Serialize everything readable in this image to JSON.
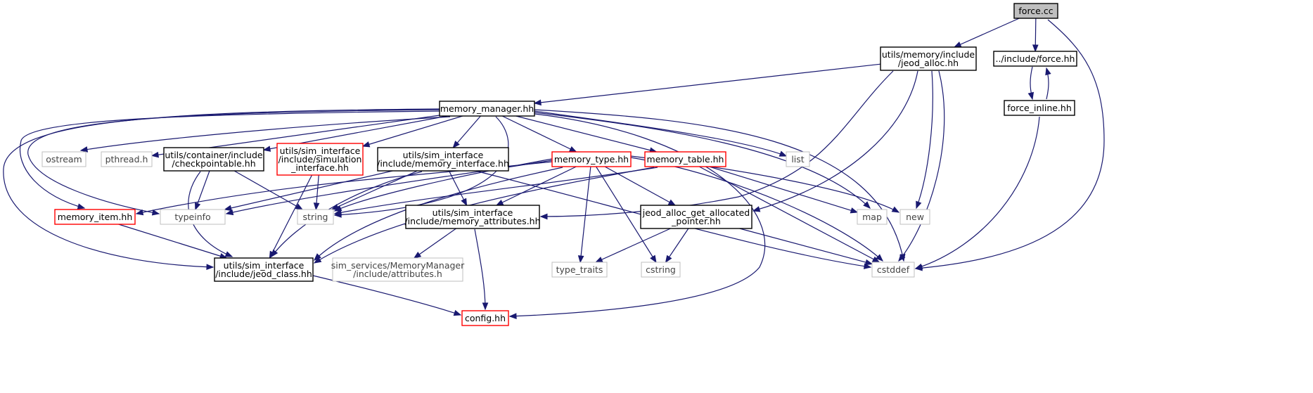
{
  "colors": {
    "edge": "#191970",
    "node_border_normal": "#000000",
    "node_border_incomplete": "#ff0000",
    "node_border_system": "#bfbfbf",
    "root_fill": "#bfbfbf",
    "background": "#ffffff"
  },
  "nodes": [
    {
      "id": "force_cc",
      "kind": "root",
      "lines": [
        "force.cc"
      ]
    },
    {
      "id": "jeod_alloc",
      "kind": "normal",
      "lines": [
        "utils/memory/include",
        "/jeod_alloc.hh"
      ]
    },
    {
      "id": "force_hh",
      "kind": "normal",
      "lines": [
        "../include/force.hh"
      ]
    },
    {
      "id": "force_inline",
      "kind": "normal",
      "lines": [
        "force_inline.hh"
      ]
    },
    {
      "id": "memory_manager",
      "kind": "normal",
      "lines": [
        "memory_manager.hh"
      ]
    },
    {
      "id": "ostream",
      "kind": "system",
      "lines": [
        "ostream"
      ]
    },
    {
      "id": "pthread",
      "kind": "system",
      "lines": [
        "pthread.h"
      ]
    },
    {
      "id": "checkpointable",
      "kind": "normal",
      "lines": [
        "utils/container/include",
        "/checkpointable.hh"
      ]
    },
    {
      "id": "simulation_interface",
      "kind": "incomplete",
      "lines": [
        "utils/sim_interface",
        "/include/simulation",
        "_interface.hh"
      ]
    },
    {
      "id": "memory_interface",
      "kind": "normal",
      "lines": [
        "utils/sim_interface",
        "/include/memory_interface.hh"
      ]
    },
    {
      "id": "memory_type",
      "kind": "incomplete",
      "lines": [
        "memory_type.hh"
      ]
    },
    {
      "id": "memory_table",
      "kind": "incomplete",
      "lines": [
        "memory_table.hh"
      ]
    },
    {
      "id": "list",
      "kind": "system",
      "lines": [
        "list"
      ]
    },
    {
      "id": "memory_item",
      "kind": "incomplete",
      "lines": [
        "memory_item.hh"
      ]
    },
    {
      "id": "typeinfo",
      "kind": "system",
      "lines": [
        "typeinfo"
      ]
    },
    {
      "id": "string",
      "kind": "system",
      "lines": [
        "string"
      ]
    },
    {
      "id": "memory_attributes",
      "kind": "normal",
      "lines": [
        "utils/sim_interface",
        "/include/memory_attributes.hh"
      ]
    },
    {
      "id": "get_allocated_pointer",
      "kind": "normal",
      "lines": [
        "jeod_alloc_get_allocated",
        "_pointer.hh"
      ]
    },
    {
      "id": "map",
      "kind": "system",
      "lines": [
        "map"
      ]
    },
    {
      "id": "new",
      "kind": "system",
      "lines": [
        "new"
      ]
    },
    {
      "id": "jeod_class",
      "kind": "normal",
      "lines": [
        "utils/sim_interface",
        "/include/jeod_class.hh"
      ]
    },
    {
      "id": "mm_attributes",
      "kind": "system",
      "lines": [
        "sim_services/MemoryManager",
        "/include/attributes.h"
      ]
    },
    {
      "id": "type_traits",
      "kind": "system",
      "lines": [
        "type_traits"
      ]
    },
    {
      "id": "cstring",
      "kind": "system",
      "lines": [
        "cstring"
      ]
    },
    {
      "id": "cstddef",
      "kind": "system",
      "lines": [
        "cstddef"
      ]
    },
    {
      "id": "config",
      "kind": "incomplete",
      "lines": [
        "config.hh"
      ]
    }
  ],
  "edges": [
    [
      "force_cc",
      "jeod_alloc"
    ],
    [
      "force_cc",
      "force_hh"
    ],
    [
      "force_cc",
      "cstddef"
    ],
    [
      "force_hh",
      "force_inline"
    ],
    [
      "force_inline",
      "force_hh"
    ],
    [
      "force_inline",
      "cstddef"
    ],
    [
      "jeod_alloc",
      "memory_manager"
    ],
    [
      "jeod_alloc",
      "memory_attributes"
    ],
    [
      "jeod_alloc",
      "get_allocated_pointer"
    ],
    [
      "jeod_alloc",
      "new"
    ],
    [
      "jeod_alloc",
      "cstddef"
    ],
    [
      "memory_manager",
      "ostream"
    ],
    [
      "memory_manager",
      "pthread"
    ],
    [
      "memory_manager",
      "checkpointable"
    ],
    [
      "memory_manager",
      "simulation_interface"
    ],
    [
      "memory_manager",
      "memory_interface"
    ],
    [
      "memory_manager",
      "memory_type"
    ],
    [
      "memory_manager",
      "memory_table"
    ],
    [
      "memory_manager",
      "list"
    ],
    [
      "memory_manager",
      "map"
    ],
    [
      "memory_manager",
      "cstddef"
    ],
    [
      "memory_manager",
      "config"
    ],
    [
      "memory_manager",
      "string"
    ],
    [
      "memory_manager",
      "memory_item"
    ],
    [
      "memory_manager",
      "typeinfo"
    ],
    [
      "memory_manager",
      "jeod_class"
    ],
    [
      "checkpointable",
      "typeinfo"
    ],
    [
      "checkpointable",
      "string"
    ],
    [
      "checkpointable",
      "jeod_class"
    ],
    [
      "simulation_interface",
      "string"
    ],
    [
      "simulation_interface",
      "jeod_class"
    ],
    [
      "memory_interface",
      "typeinfo"
    ],
    [
      "memory_interface",
      "string"
    ],
    [
      "memory_interface",
      "memory_attributes"
    ],
    [
      "memory_interface",
      "jeod_class"
    ],
    [
      "memory_interface",
      "cstddef"
    ],
    [
      "memory_type",
      "memory_item"
    ],
    [
      "memory_type",
      "typeinfo"
    ],
    [
      "memory_type",
      "string"
    ],
    [
      "memory_type",
      "memory_attributes"
    ],
    [
      "memory_type",
      "get_allocated_pointer"
    ],
    [
      "memory_type",
      "type_traits"
    ],
    [
      "memory_type",
      "cstring"
    ],
    [
      "memory_type",
      "new"
    ],
    [
      "memory_type",
      "cstddef"
    ],
    [
      "memory_type",
      "jeod_class"
    ],
    [
      "memory_table",
      "string"
    ],
    [
      "memory_table",
      "map"
    ],
    [
      "memory_table",
      "cstddef"
    ],
    [
      "memory_table",
      "jeod_class"
    ],
    [
      "memory_item",
      "jeod_class"
    ],
    [
      "memory_attributes",
      "mm_attributes"
    ],
    [
      "memory_attributes",
      "config"
    ],
    [
      "get_allocated_pointer",
      "type_traits"
    ],
    [
      "get_allocated_pointer",
      "cstring"
    ],
    [
      "get_allocated_pointer",
      "cstddef"
    ],
    [
      "jeod_class",
      "config"
    ]
  ]
}
